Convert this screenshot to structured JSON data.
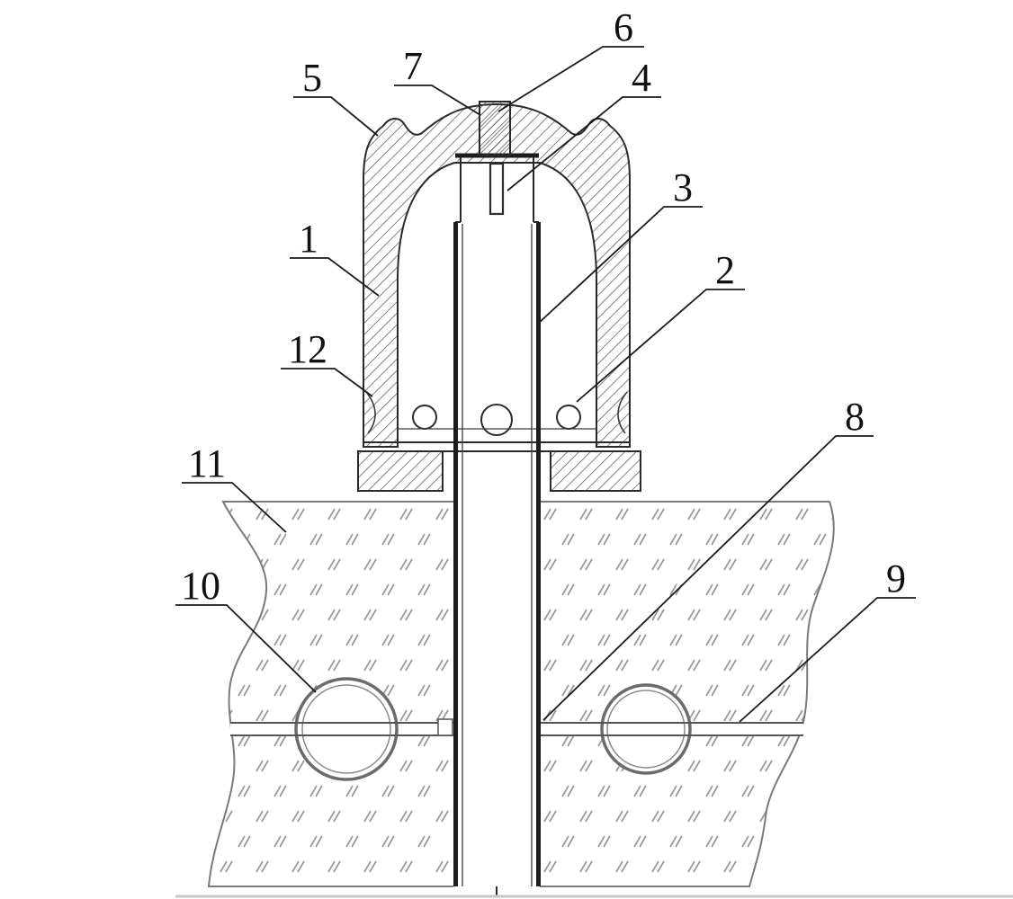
{
  "figure": {
    "kind": "patent-cross-section-diagram",
    "colors": {
      "background": "#ffffff",
      "line": "#2a2a2a",
      "hatch": "#5a5a5a",
      "hatch_dense": "#4a4a4a",
      "ground_marks": "#9a9a9a",
      "ground_outline": "#7a7a7a",
      "bottom_border": "#c9c9c9"
    },
    "labels": {
      "n1": "1",
      "n2": "2",
      "n3": "3",
      "n4": "4",
      "n5": "5",
      "n6": "6",
      "n7": "7",
      "n8": "8",
      "n9": "9",
      "n10": "10",
      "n11": "11",
      "n12": "12"
    }
  }
}
